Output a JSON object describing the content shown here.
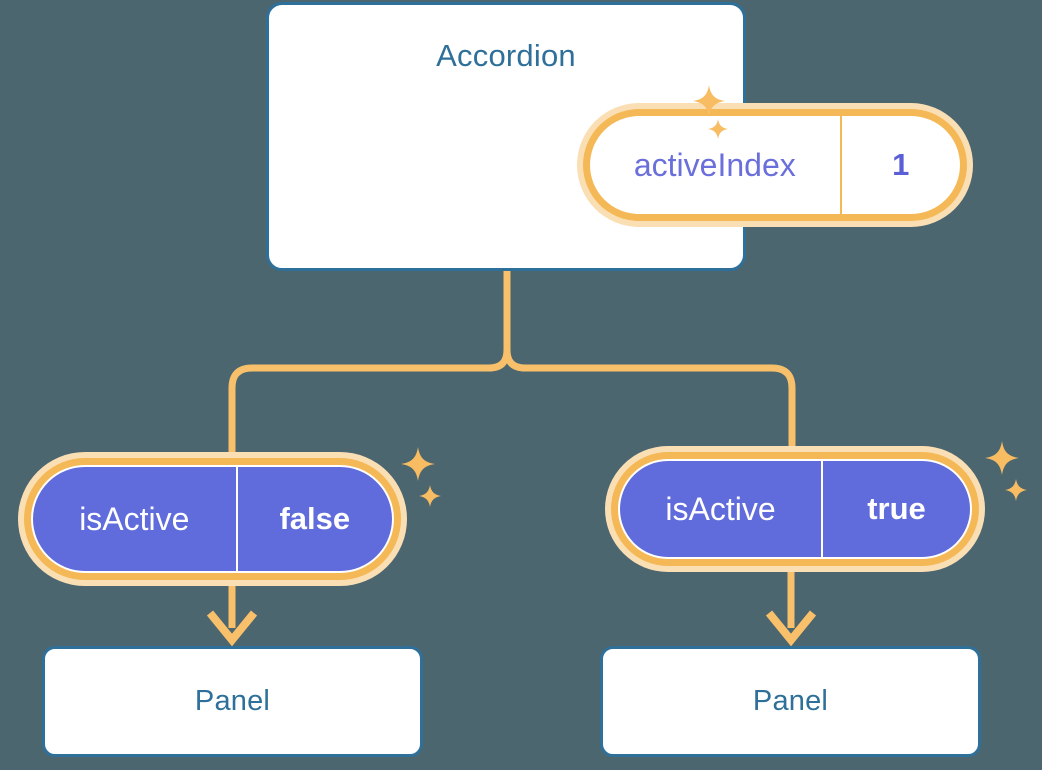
{
  "theme": {
    "background": "#4c6670",
    "card_bg": "#ffffff",
    "card_border": "#2e7099",
    "title_color": "#2e7099",
    "accent_orange": "#f5b856",
    "accent_orange_glow": "#fbdfb4",
    "purple_fill": "#606cdb",
    "purple_text": "#6b6fdb",
    "value_text": "#5b5fd6",
    "white": "#ffffff"
  },
  "diagram": {
    "type": "component-tree",
    "root": {
      "title": "Accordion",
      "state_pill": {
        "key": "activeIndex",
        "value": "1",
        "style": "light",
        "highlighted": true
      }
    },
    "children": [
      {
        "prop_pill": {
          "key": "isActive",
          "value": "false",
          "style": "solid",
          "highlighted": true
        },
        "panel": {
          "title": "Panel"
        }
      },
      {
        "prop_pill": {
          "key": "isActive",
          "value": "true",
          "style": "solid",
          "highlighted": true
        },
        "panel": {
          "title": "Panel"
        }
      }
    ]
  },
  "icons": {
    "sparkle_large": "sparkle-icon",
    "sparkle_small": "sparkle-icon",
    "arrow_down": "arrow-down-icon"
  }
}
